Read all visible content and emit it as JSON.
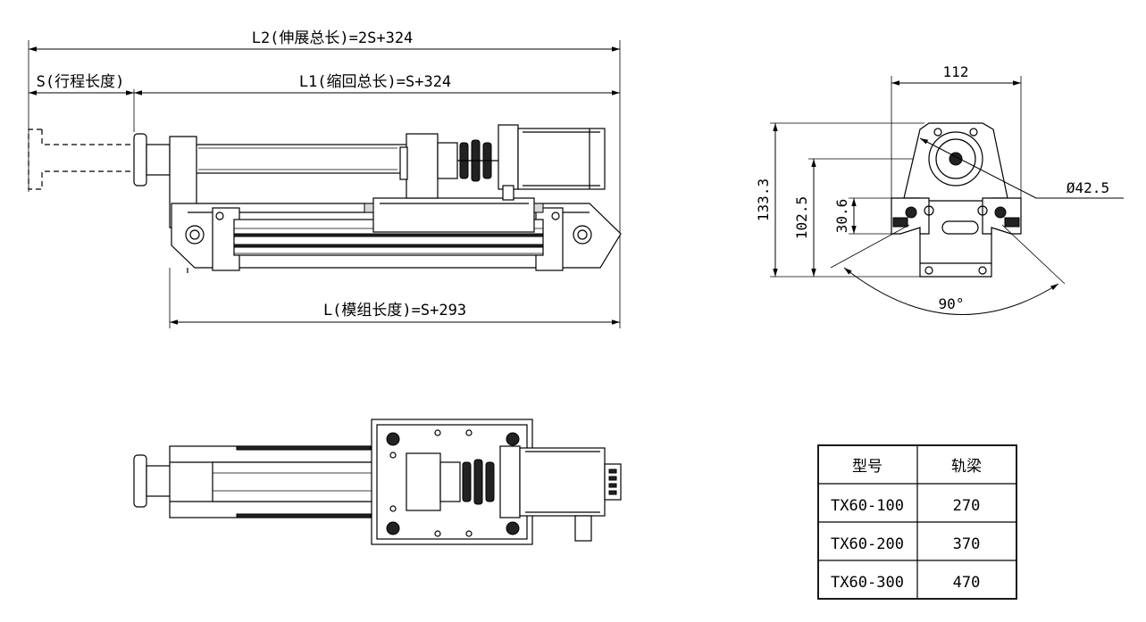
{
  "side_view": {
    "l2_label": "L2(伸展总长)=2S+324",
    "s_label": "S(行程长度)",
    "l1_label": "L1(缩回总长)=S+324",
    "l_label": "L(模组长度)=S+293"
  },
  "end_view": {
    "width_label": "112",
    "height_total_label": "133.3",
    "height_mid_label": "102.5",
    "height_low_label": "30.6",
    "diameter_label": "Ø42.5",
    "angle_label": "90°"
  },
  "spec_table": {
    "headers": [
      "型号",
      "轨梁"
    ],
    "rows": [
      [
        "TX60-100",
        "270"
      ],
      [
        "TX60-200",
        "370"
      ],
      [
        "TX60-300",
        "470"
      ]
    ]
  }
}
